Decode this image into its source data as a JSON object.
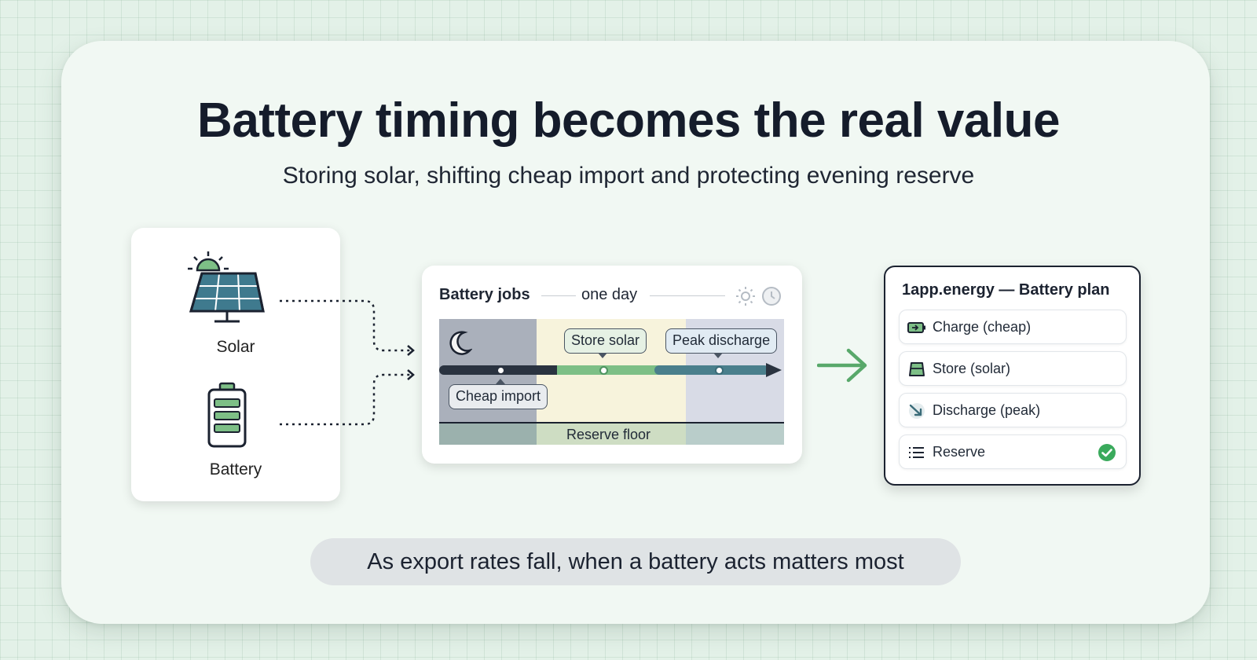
{
  "title": "Battery timing becomes the real value",
  "subtitle": "Storing solar, shifting cheap import and protecting evening reserve",
  "sources": [
    {
      "label": "Solar",
      "icon": "solar-panel-icon"
    },
    {
      "label": "Battery",
      "icon": "battery-icon"
    }
  ],
  "timeline": {
    "title": "Battery jobs",
    "subtitle": "one day",
    "icons": [
      "sun-icon",
      "clock-icon",
      "moon-icon"
    ],
    "events": [
      {
        "label": "Cheap import",
        "period": "night"
      },
      {
        "label": "Store solar",
        "period": "midday"
      },
      {
        "label": "Peak discharge",
        "period": "evening"
      }
    ],
    "reserve_label": "Reserve floor"
  },
  "plan": {
    "title": "1app.energy — Battery plan",
    "items": [
      {
        "label": "Charge (cheap)",
        "icon": "battery-charge-icon",
        "checked": false
      },
      {
        "label": "Store (solar)",
        "icon": "battery-store-icon",
        "checked": false
      },
      {
        "label": "Discharge (peak)",
        "icon": "discharge-arrow-icon",
        "checked": false
      },
      {
        "label": "Reserve",
        "icon": "list-icon",
        "checked": true
      }
    ]
  },
  "footer": "As export rates fall, when a battery acts matters most",
  "colors": {
    "background": "#e3f1e8",
    "card": "#f1f8f3",
    "solar_green": "#7dbf86",
    "teal": "#4a7f8c",
    "dark": "#2a3340",
    "accent_arrow": "#58a86a",
    "check_green": "#3aaa5c"
  }
}
